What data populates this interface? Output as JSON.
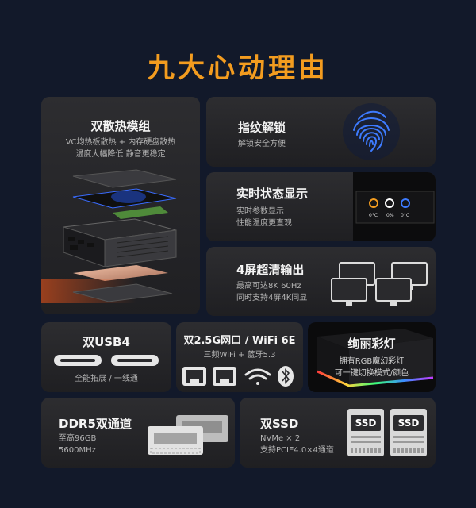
{
  "headline": "九大心动理由",
  "cards": {
    "cooling": {
      "title": "双散热模组",
      "line1": "VC均热板散热 + 内存硬盘散热",
      "line2": "温度大幅降低 静音更稳定"
    },
    "fingerprint": {
      "title": "指纹解锁",
      "line1": "解锁安全方便"
    },
    "status": {
      "title": "实时状态显示",
      "line1": "实时参数显示",
      "line2": "性能温度更直观",
      "readouts": [
        "0°C",
        "0%",
        "0°C"
      ]
    },
    "display": {
      "title": "4屏超清输出",
      "line1": "最高可达8K 60Hz",
      "line2": "同时支持4屏4K同显"
    },
    "usb4": {
      "title": "双USB4",
      "line1": "全能拓展 / 一线通"
    },
    "network": {
      "title": "双2.5G网口 / WiFi 6E",
      "line1": "三频WiFi + 蓝牙5.3"
    },
    "rgb": {
      "title": "绚丽彩灯",
      "line1": "拥有RGB魔幻彩灯",
      "line2": "可一键切换模式/颜色"
    },
    "ddr5": {
      "title": "DDR5双通道",
      "line1": "至高96GB",
      "line2": "5600MHz"
    },
    "ssd": {
      "title": "双SSD",
      "line1": "NVMe × 2",
      "line2": "支持PCIE4.0×4通道",
      "chip_label": "SSD"
    }
  },
  "colors": {
    "accent": "#f39c1f",
    "background": "#12192a",
    "card": "#262629",
    "fingerprint": "#3d7bff"
  },
  "icons": [
    "fingerprint-icon",
    "monitor-icon",
    "usb-c-port-icon",
    "ethernet-port-icon",
    "wifi-icon",
    "bluetooth-icon",
    "memory-module-icon",
    "ssd-icon"
  ]
}
